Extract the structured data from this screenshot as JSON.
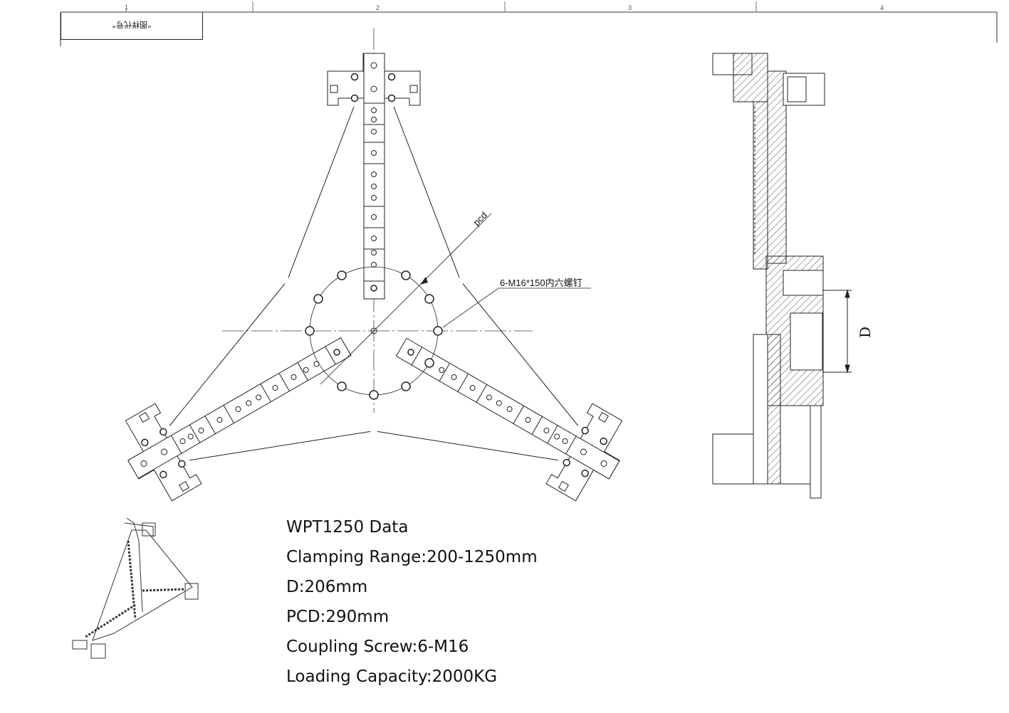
{
  "frame": {
    "zones": [
      "1",
      "2",
      "3",
      "4"
    ],
    "title_block_label": "“图样代号”"
  },
  "annotations": {
    "pcd": "pcd",
    "screw_note": "6-M16*150内六螺钉",
    "dimension_d": "D"
  },
  "specs": {
    "title": "WPT1250 Data",
    "clamping_range": "Clamping Range:200-1250mm",
    "d": "D:206mm",
    "pcd": "PCD:290mm",
    "coupling_screw": "Coupling Screw:6-M16",
    "loading_capacity": "Loading Capacity:2000KG"
  }
}
